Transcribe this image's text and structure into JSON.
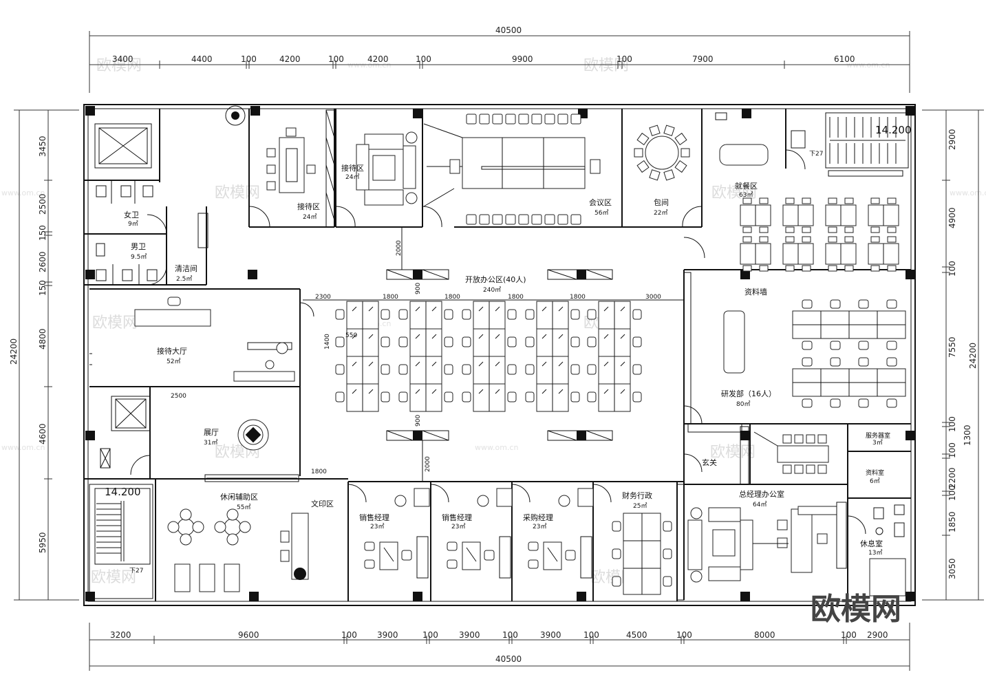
{
  "dimensions": {
    "top_total": "40500",
    "top": [
      "3400",
      "4400",
      "100",
      "4200",
      "100",
      "4200",
      "100",
      "9900",
      "100",
      "7900",
      "6100"
    ],
    "bottom_total": "40500",
    "bottom": [
      "3200",
      "9600",
      "100",
      "3900",
      "100",
      "3900",
      "100",
      "3900",
      "100",
      "4500",
      "100",
      "8000",
      "100",
      "2900"
    ],
    "left_total": "24200",
    "left": [
      "3450",
      "2500",
      "150",
      "2600",
      "150",
      "4800",
      "4600",
      "5950"
    ],
    "right_total": "24200",
    "right": [
      "2900",
      "4900",
      "100",
      "7550",
      "100",
      "1300",
      "100",
      "2200",
      "100",
      "1850",
      "3050"
    ],
    "inner": [
      "2300",
      "1800",
      "1800",
      "1800",
      "1800",
      "3000",
      "900",
      "900",
      "550",
      "1400",
      "2000",
      "2000",
      "2500",
      "1800"
    ]
  },
  "rooms": {
    "reception_a": {
      "name": "接待区",
      "area": "24㎡"
    },
    "reception_b": {
      "name": "接待区",
      "area": "24㎡"
    },
    "meeting": {
      "name": "会议区",
      "area": "56㎡"
    },
    "private_room": {
      "name": "包间",
      "area": "22㎡"
    },
    "dining": {
      "name": "就餐区",
      "area": "63㎡"
    },
    "female_wc": {
      "name": "女卫",
      "area": "9㎡"
    },
    "male_wc": {
      "name": "男卫",
      "area": "9.5㎡"
    },
    "janitor": {
      "name": "清洁间",
      "area": "2.5㎡"
    },
    "lobby": {
      "name": "接待大厅",
      "area": "52㎡"
    },
    "open_office": {
      "name": "开放办公区(40人)",
      "area": "240㎡"
    },
    "archive": {
      "name": "资料墙"
    },
    "rnd": {
      "name": "研发部（16人）",
      "area": "80㎡"
    },
    "hall": {
      "name": "展厅",
      "area": "31㎡"
    },
    "service": {
      "name": "服务器室",
      "area": "3㎡"
    },
    "material": {
      "name": "资料室",
      "area": "6㎡"
    },
    "foyer": {
      "name": "玄关"
    },
    "leisure": {
      "name": "休闲辅助区",
      "area": "55㎡"
    },
    "print": {
      "name": "文印区"
    },
    "sales_a": {
      "name": "销售经理",
      "area": "23㎡"
    },
    "sales_b": {
      "name": "销售经理",
      "area": "23㎡"
    },
    "purchase": {
      "name": "采购经理",
      "area": "23㎡"
    },
    "finance": {
      "name": "财务行政",
      "area": "25㎡"
    },
    "gm": {
      "name": "总经理办公室",
      "area": "64㎡"
    },
    "rest": {
      "name": "休息室",
      "area": "13㎡"
    }
  },
  "levels": {
    "top_right": "14.200",
    "bottom_left": "14.200"
  },
  "stairs": {
    "down_a": "下27",
    "down_b": "下27"
  },
  "watermark": {
    "brand": "欧模网",
    "url": "www.om.cn"
  }
}
